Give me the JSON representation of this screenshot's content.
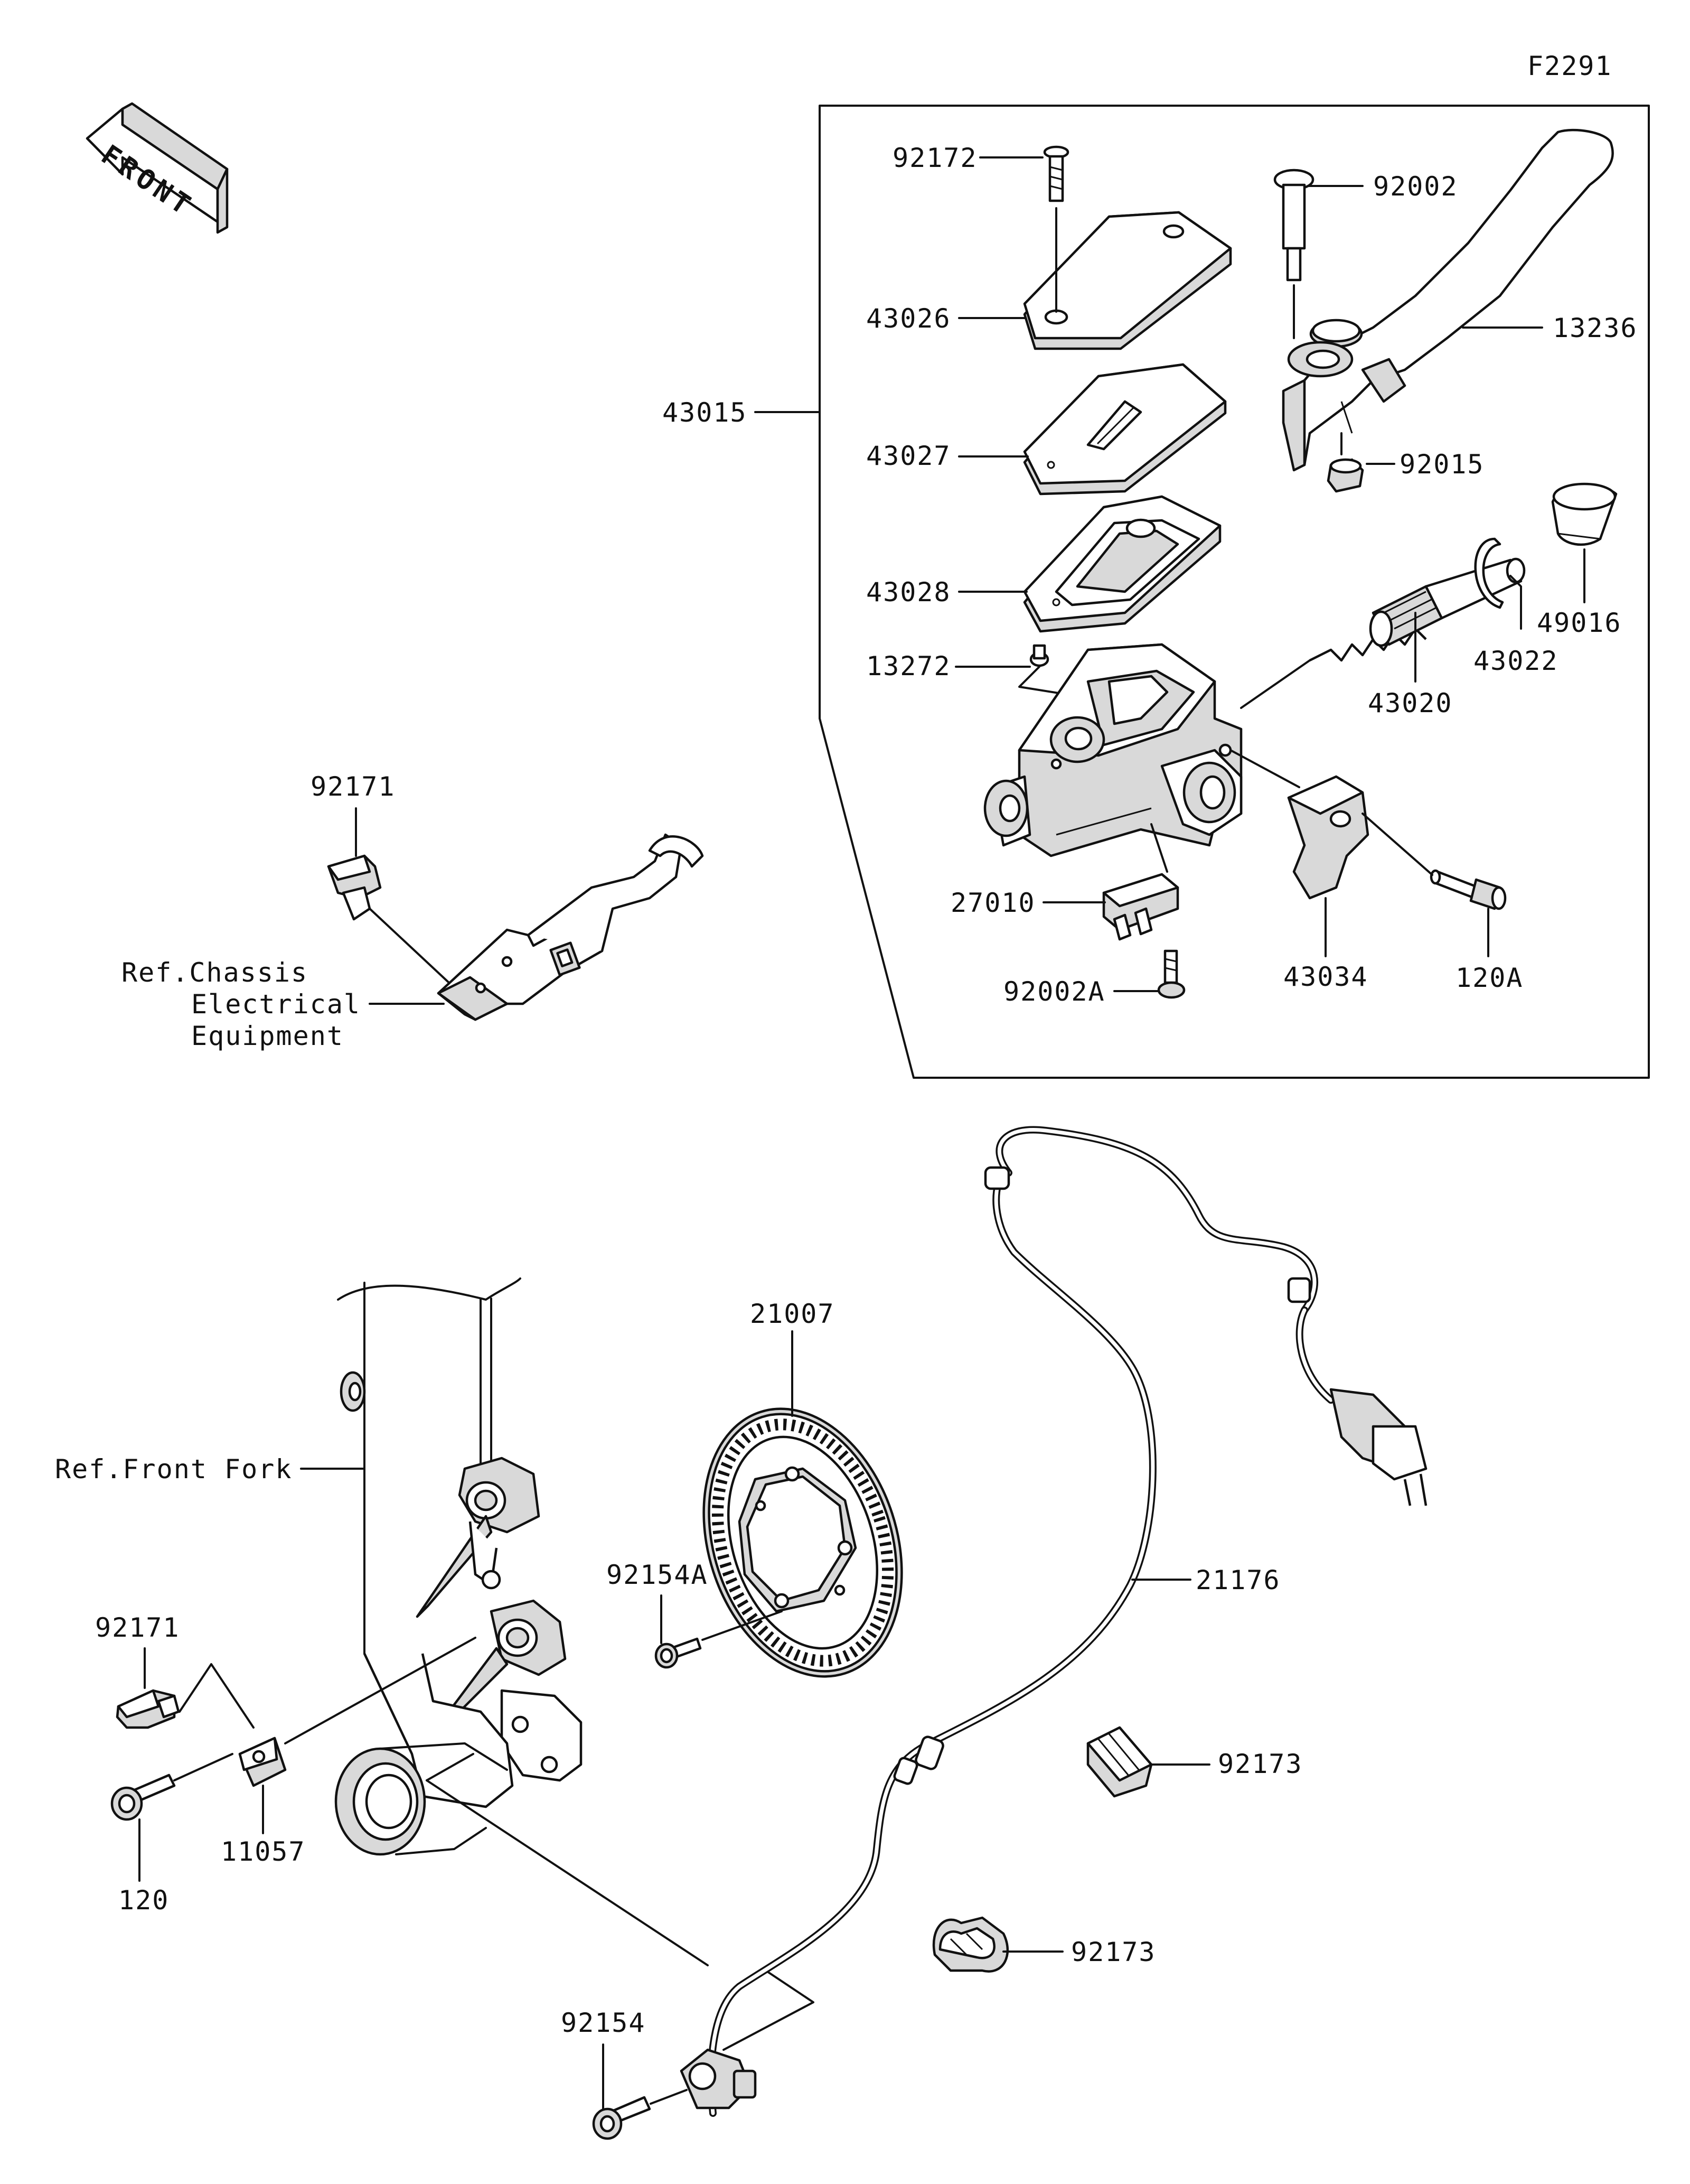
{
  "figure_code": "F2291",
  "front_arrow_label": "FRONT",
  "refs": {
    "chassis": [
      "Ref.Chassis",
      "Electrical",
      "Equipment"
    ],
    "front_fork": "Ref.Front Fork"
  },
  "parts": {
    "p92172": "92172",
    "p92002": "92002",
    "p43026": "43026",
    "p13236": "13236",
    "p43015": "43015",
    "p43027": "43027",
    "p92015": "92015",
    "p49016": "49016",
    "p43028": "43028",
    "p43022": "43022",
    "p13272": "13272",
    "p43020": "43020",
    "p92171_top": "92171",
    "p27010": "27010",
    "p43034": "43034",
    "p120A": "120A",
    "p92002A": "92002A",
    "p21007": "21007",
    "p92171_bottom": "92171",
    "p92154A": "92154A",
    "p21176": "21176",
    "p11057": "11057",
    "p92173_a": "92173",
    "p120": "120",
    "p92173_b": "92173",
    "p92154": "92154"
  }
}
